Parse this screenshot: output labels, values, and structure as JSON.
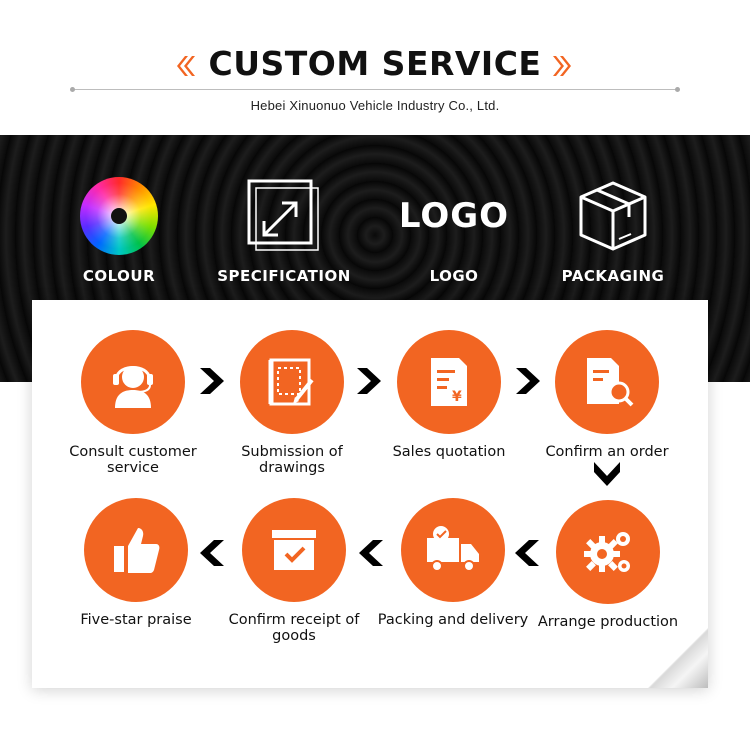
{
  "header": {
    "title": "CUSTOM SERVICE",
    "subtitle": "Hebei Xinuonuo Vehicle Industry Co., Ltd."
  },
  "services": [
    {
      "label": "COLOUR",
      "icon": "color-wheel-icon"
    },
    {
      "label": "SPECIFICATION",
      "icon": "resize-frame-icon"
    },
    {
      "label": "LOGO",
      "icon": "logo-text",
      "logo_text": "LOGO"
    },
    {
      "label": "PACKAGING",
      "icon": "box-icon"
    }
  ],
  "steps": [
    {
      "caption": "Consult customer service",
      "icon": "headset-agent-icon"
    },
    {
      "caption": "Submission of drawings",
      "icon": "drawing-icon"
    },
    {
      "caption": "Sales quotation",
      "icon": "quotation-icon"
    },
    {
      "caption": "Confirm an order",
      "icon": "order-search-icon"
    },
    {
      "caption": "Arrange production",
      "icon": "gears-icon"
    },
    {
      "caption": "Packing and delivery",
      "icon": "delivery-truck-icon"
    },
    {
      "caption": "Confirm receipt of goods",
      "icon": "receipt-box-icon"
    },
    {
      "caption": "Five-star praise",
      "icon": "thumbs-up-icon"
    }
  ],
  "colors": {
    "accent": "#f26522",
    "band": "#111111",
    "text": "#111111"
  }
}
